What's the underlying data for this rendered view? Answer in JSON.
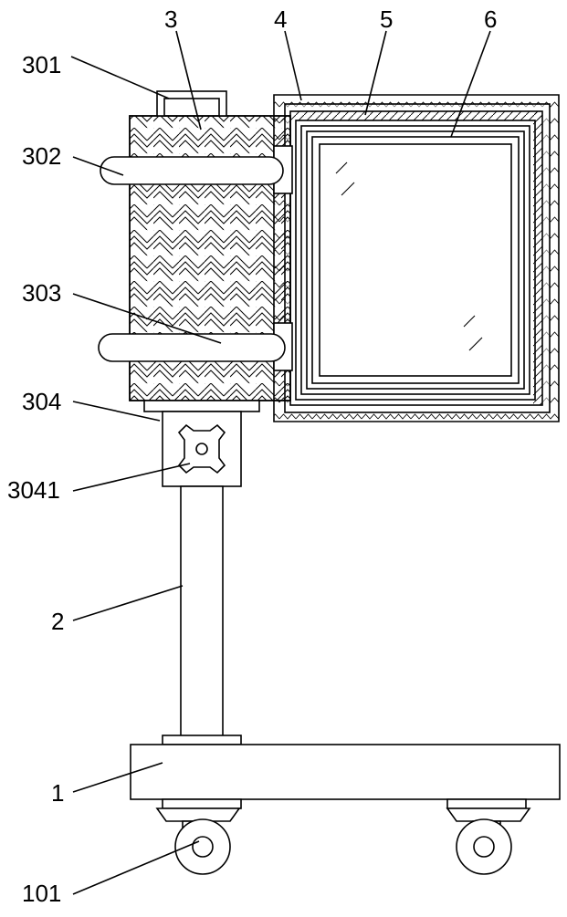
{
  "labels": {
    "l3": "3",
    "l4": "4",
    "l5": "5",
    "l6": "6",
    "l301": "301",
    "l302": "302",
    "l303": "303",
    "l304": "304",
    "l3041": "3041",
    "l2": "2",
    "l1": "1",
    "l101": "101"
  },
  "colors": {
    "line": "#000000",
    "background": "#ffffff"
  }
}
